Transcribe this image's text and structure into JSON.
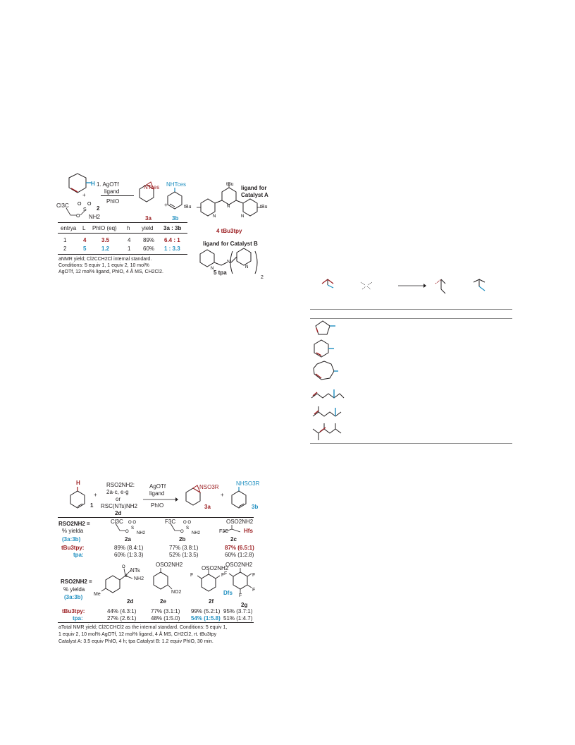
{
  "scheme1": {
    "steps": [
      "1. AgOTf",
      "ligand",
      "PhIO"
    ],
    "reagent_label": "2",
    "reagent_cl3c": "Cl3C",
    "reagent_nh2": "NH2",
    "product_a_group": "NTces",
    "product_a_label": "3a",
    "product_b_group": "NHTces",
    "product_b_label": "3b",
    "plus": "+",
    "h_label": "H",
    "ligand_a_title": [
      "ligand for",
      "Catalyst A"
    ],
    "ligand_a_name": "4 tBu3tpy",
    "ligand_a_tbu": "tBu",
    "ligand_b_title": "ligand for Catalyst B",
    "ligand_b_name": "5 tpa",
    "ligand_b_n": "N",
    "ligand_b_subscript": "2",
    "table": {
      "headers": [
        "entrya",
        "L",
        "PhIO (eq)",
        "h",
        "yield",
        "3a : 3b"
      ],
      "rows": [
        [
          "1",
          "4",
          "3.5",
          "4",
          "89%",
          "6.4 : 1"
        ],
        [
          "2",
          "5",
          "1.2",
          "1",
          "60%",
          "1 : 3.3"
        ]
      ]
    },
    "footnote": [
      "aNMR yield; Cl2CCH2Cl internal standard.",
      "Conditions: 5 equiv 1, 1 equiv 2, 10 mol%",
      "AgOTf, 12 mol% ligand, PhIO, 4 Å MS, CH2Cl2."
    ]
  },
  "scheme2": {
    "reagent_lines": [
      "RSO2NH2:",
      "2a-c, e-g",
      "or",
      "RSC(NTs)NH2"
    ],
    "reagent_label": "2d",
    "conditions": [
      "AgOTf",
      "ligand",
      "PhIO"
    ],
    "sm_label": "1",
    "h_label": "H",
    "product_a_group": "NSO3R",
    "product_a_label": "3a",
    "product_b_group": "NHSO3R",
    "product_b_label": "3b",
    "plus": "+",
    "row_header": [
      "RSO2NH2 =",
      "% yielda",
      "(3a:3b)"
    ],
    "ligand_rows": [
      "tBu3tpy:",
      "tpa:"
    ],
    "top_compounds": [
      {
        "label": "2a",
        "frag": "Cl3C",
        "tpy": "89% (8.4:1)",
        "tpa": "60% (1:3.3)"
      },
      {
        "label": "2b",
        "frag": "F3C",
        "tpy": "77% (3.8:1)",
        "tpa": "52% (1:3.5)"
      },
      {
        "label": "2c",
        "frag": "OSO2NH2",
        "tpy": "87% (6.5:1)",
        "tpa": "60% (1:2.8)",
        "tag": "Hfs"
      }
    ],
    "bottom_compounds": [
      {
        "label": "2d",
        "frag": "NTs",
        "tpy": "44% (4.3:1)",
        "tpa": "27% (2.6:1)"
      },
      {
        "label": "2e",
        "frag": "OSO2NH2",
        "tpy": "77% (3.1:1)",
        "tpa": "48% (1:5.0)"
      },
      {
        "label": "2f",
        "frag": "OSO2NH2",
        "tpy": "99% (5.2:1)",
        "tpa": "54% (1:5.8)",
        "tag": "Dfs"
      },
      {
        "label": "2g",
        "frag": "OSO2NH2",
        "tpy": "95% (3.7:1)",
        "tpa": "51% (1:4.7)"
      }
    ],
    "footnote": [
      "aTotal NMR yield; Cl2CCHCl2 as the internal standard. Conditions: 5 equiv 1,",
      "1 equiv 2, 10 mol% AgOTf, 12 mol% ligand, 4 Å MS, CH2Cl2, rt. tBu3tpy",
      "Catalyst A: 3.5 equiv PhIO, 4 h; tpa Catalyst B: 1.2 equiv PhIO, 30 min."
    ],
    "labels_misc": {
      "me": "Me",
      "no2": "NO2",
      "f": "F"
    }
  },
  "table3": {
    "header_arrow": "→",
    "substrates": [
      "cyclopentene",
      "cyclohexene",
      "cycloheptene",
      "2-methyl-pentene",
      "2,4-dimethyl-pentene",
      "tetramethyl-ethylene"
    ]
  },
  "colors": {
    "red": "#9b1c1f",
    "blue": "#1f8fc0",
    "ink": "#231f20"
  }
}
